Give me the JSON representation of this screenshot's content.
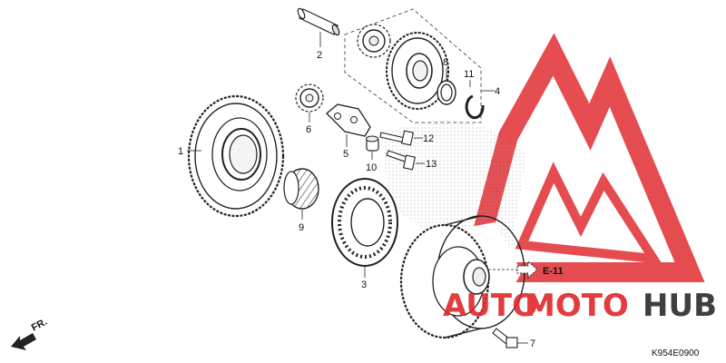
{
  "callouts": [
    "1",
    "2",
    "3",
    "4",
    "5",
    "6",
    "7",
    "8",
    "9",
    "10",
    "11",
    "12",
    "13"
  ],
  "reference": {
    "label": "E-11"
  },
  "direction": {
    "label": "FR."
  },
  "diagram_code": "K954E0900",
  "watermark": {
    "part1": "AUTO",
    "part2": "MOTO",
    "part3": "HUB",
    "color_red": "#e0262a",
    "color_dark": "#2b2b2b"
  }
}
